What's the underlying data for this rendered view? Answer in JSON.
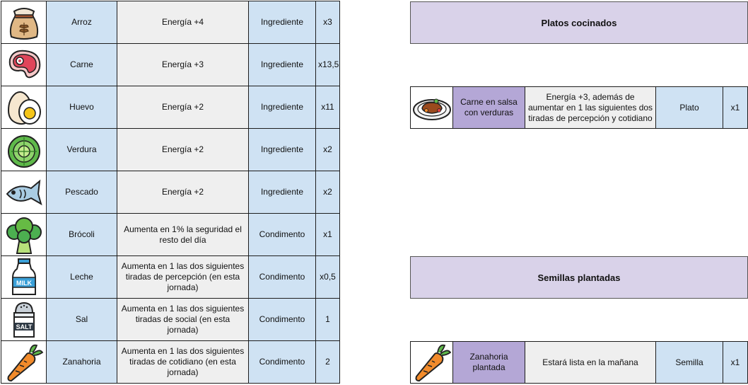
{
  "inventory": [
    {
      "icon": "rice-sack-icon",
      "name": "Arroz",
      "effect": "Energía +4",
      "type": "Ingrediente",
      "qty": "x3"
    },
    {
      "icon": "meat-icon",
      "name": "Carne",
      "effect": "Energía +3",
      "type": "Ingrediente",
      "qty": "x13,5"
    },
    {
      "icon": "egg-icon",
      "name": "Huevo",
      "effect": "Energía +2",
      "type": "Ingrediente",
      "qty": "x11"
    },
    {
      "icon": "lettuce-icon",
      "name": "Verdura",
      "effect": "Energía +2",
      "type": "Ingrediente",
      "qty": "x2"
    },
    {
      "icon": "fish-icon",
      "name": "Pescado",
      "effect": "Energía +2",
      "type": "Ingrediente",
      "qty": "x2"
    },
    {
      "icon": "broccoli-icon",
      "name": "Brócoli",
      "effect": "Aumenta en 1% la seguridad el resto del día",
      "type": "Condimento",
      "qty": "x1"
    },
    {
      "icon": "milk-bottle-icon",
      "name": "Leche",
      "effect": "Aumenta en 1 las dos siguientes tiradas de percepción (en esta jornada)",
      "type": "Condimento",
      "qty": "x0,5"
    },
    {
      "icon": "salt-shaker-icon",
      "name": "Sal",
      "effect": "Aumenta en 1 las dos siguientes tiradas de social (en esta jornada)",
      "type": "Condimento",
      "qty": "1"
    },
    {
      "icon": "carrot-icon",
      "name": "Zanahoria",
      "effect": "Aumenta en 1 las dos siguientes tiradas de cotidiano (en esta jornada)",
      "type": "Condimento",
      "qty": "2"
    }
  ],
  "cooked": {
    "title": "Platos cocinados",
    "items": [
      {
        "icon": "steak-plate-icon",
        "name": "Carne en salsa con verduras",
        "effect": "Energía +3, además de aumentar en 1 las siguientes dos tiradas de percepción y cotidiano",
        "type": "Plato",
        "qty": "x1"
      }
    ]
  },
  "seeds": {
    "title": "Semillas plantadas",
    "items": [
      {
        "icon": "carrot-icon",
        "name": "Zanahoria plantada",
        "effect": "Estará lista en la mañana",
        "type": "Semilla",
        "qty": "x1"
      }
    ]
  },
  "colors": {
    "blue_cell": "#cfe2f3",
    "gray_cell": "#efefef",
    "purple_cell": "#b4a7d6",
    "header_purple": "#d9d2e9"
  }
}
